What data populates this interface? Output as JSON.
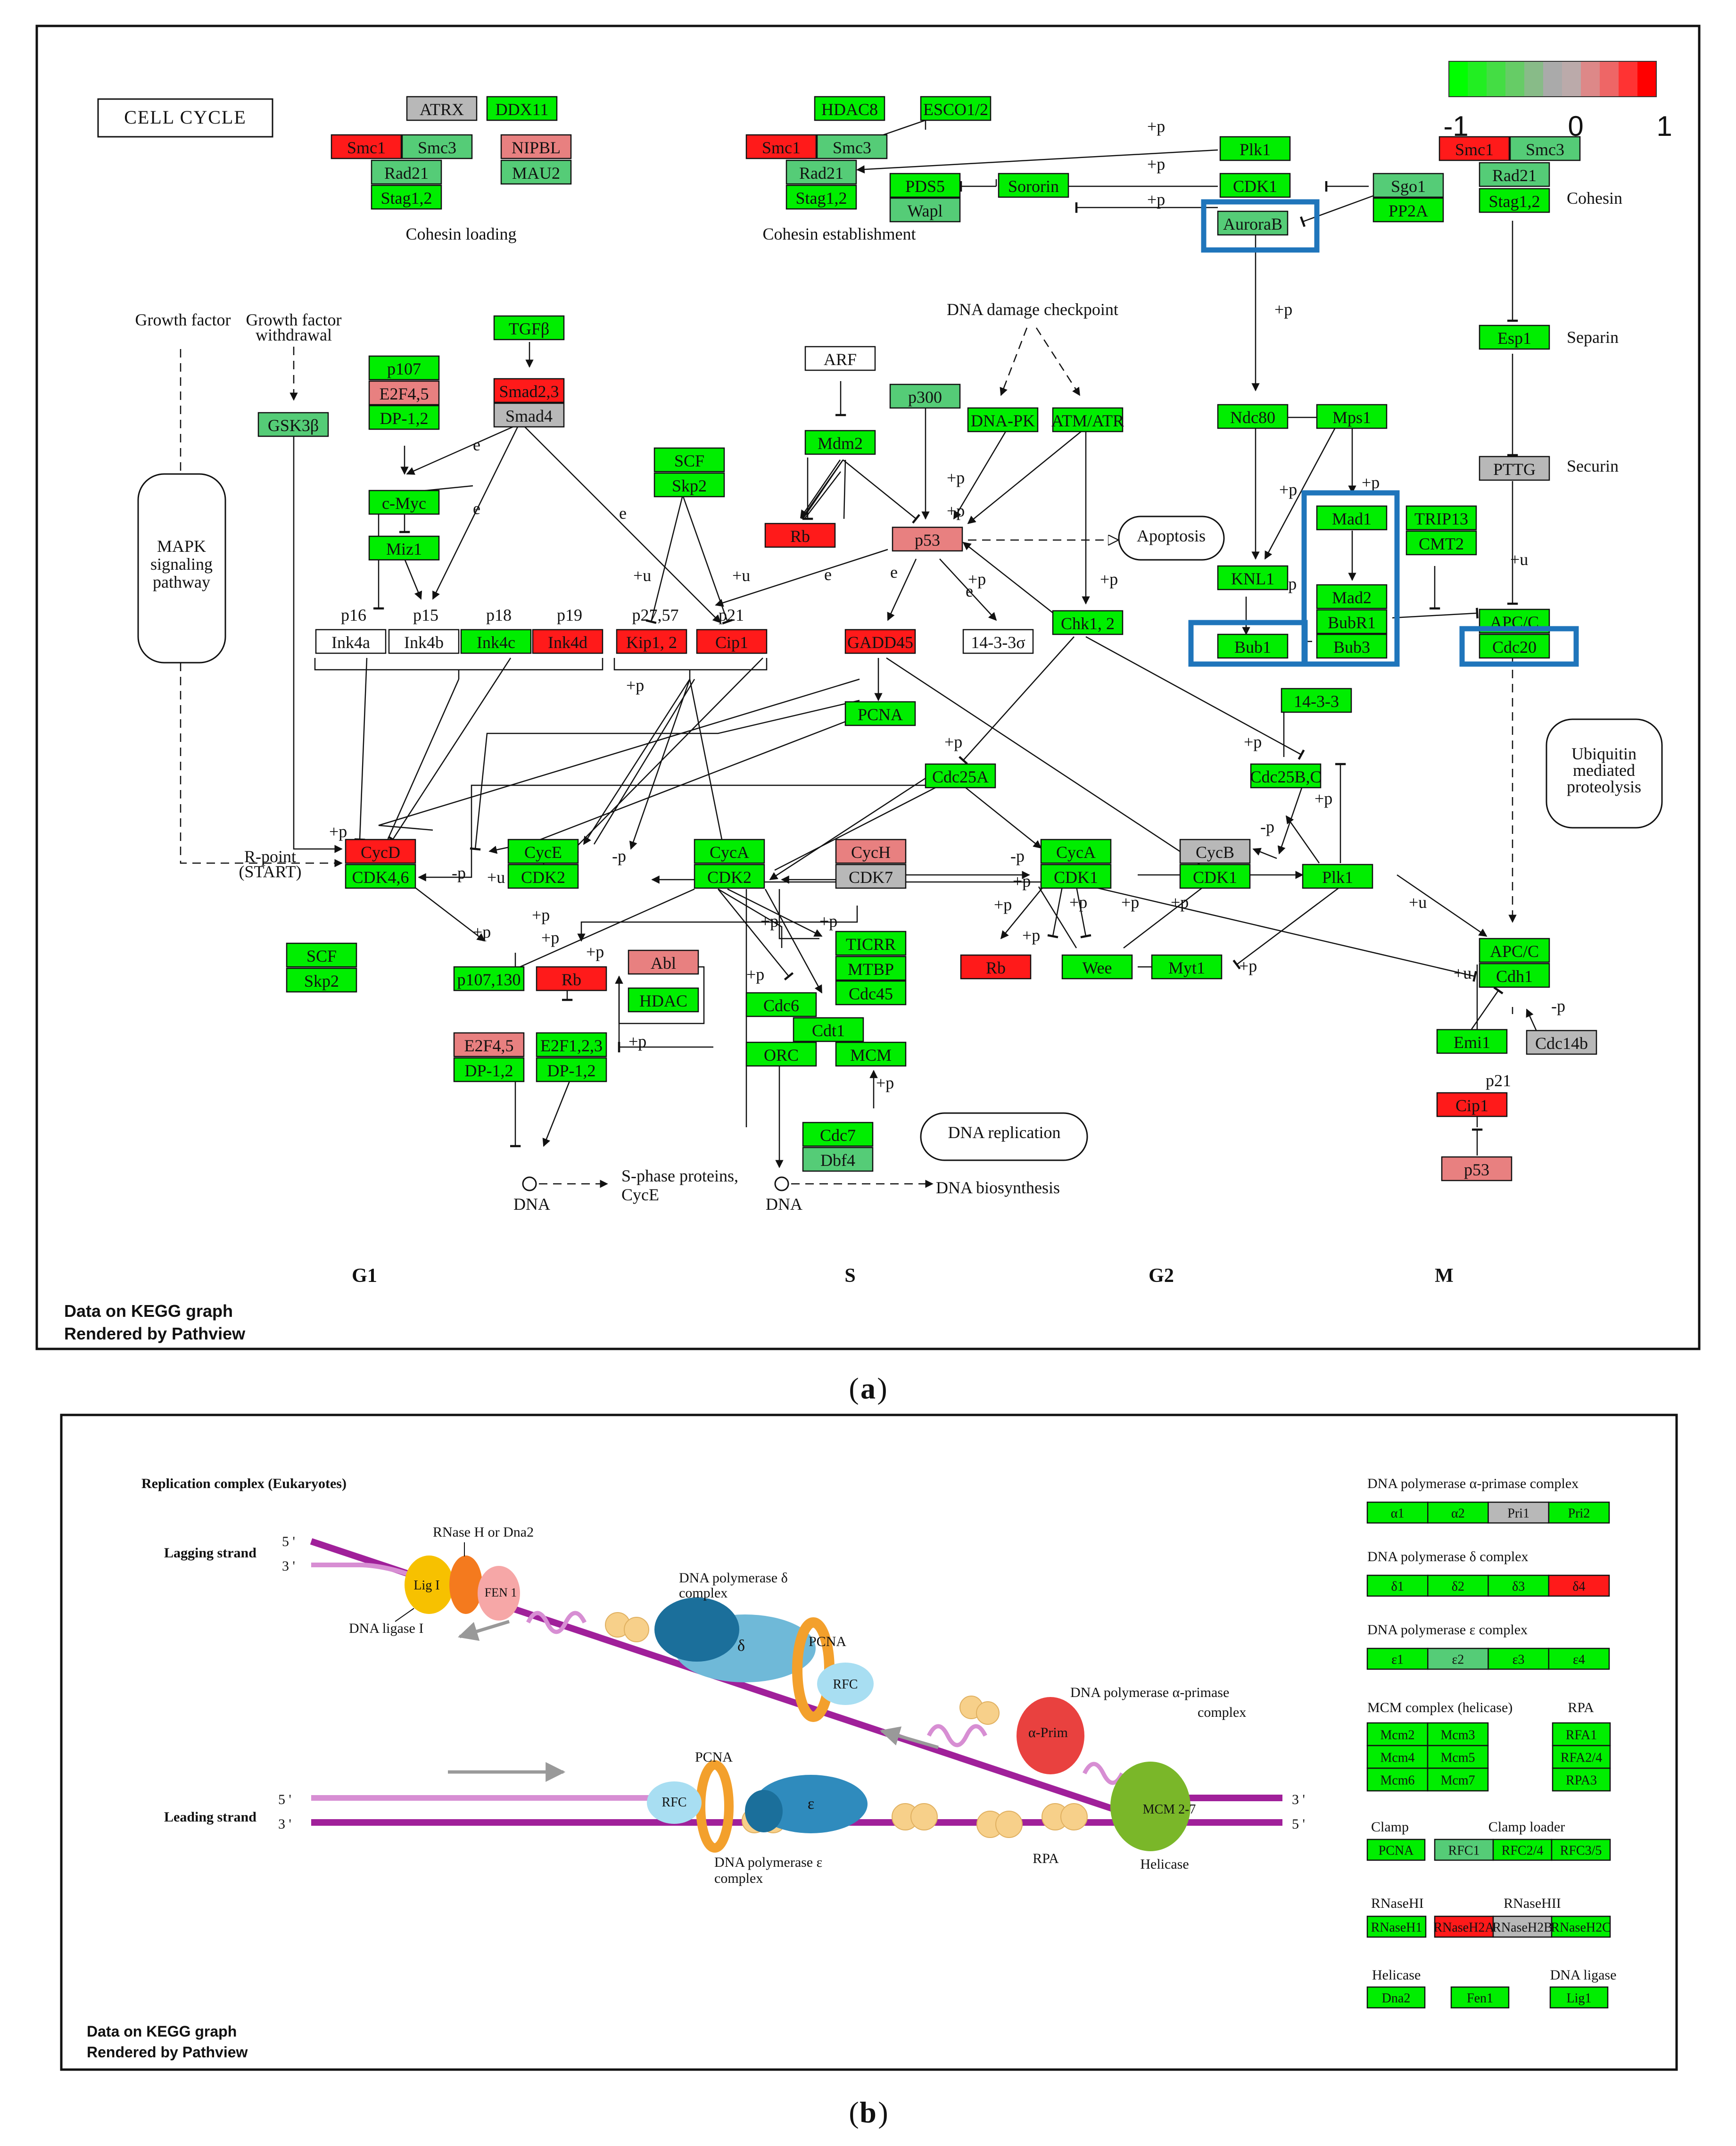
{
  "panel_a": {
    "title": "CELL CYCLE",
    "footer_line1": "Data on KEGG graph",
    "footer_line2": "Rendered by Pathview",
    "legend": {
      "ticks": [
        "-1",
        "0",
        "1"
      ],
      "colors": [
        "#00ff00",
        "#22ee22",
        "#44dd44",
        "#66cc66",
        "#88bb88",
        "#aaaaaa",
        "#bbaaaa",
        "#dd8888",
        "#ee6666",
        "#ff3333",
        "#ff0000"
      ]
    },
    "phases": [
      "G1",
      "S",
      "G2",
      "M"
    ],
    "labels": {
      "cohesin_loading": "Cohesin loading",
      "cohesin_establishment": "Cohesin establishment",
      "cohesin": "Cohesin",
      "separin": "Separin",
      "securin": "Securin",
      "growth_factor": "Growth factor",
      "growth_factor_withdrawal_1": "Growth factor",
      "growth_factor_withdrawal_2": "withdrawal",
      "mapk_1": "MAPK",
      "mapk_2": "signaling",
      "mapk_3": "pathway",
      "dna_damage_checkpoint": "DNA damage checkpoint",
      "apoptosis": "Apoptosis",
      "ubiquitin_1": "Ubiquitin",
      "ubiquitin_2": "mediated",
      "ubiquitin_3": "proteolysis",
      "r_point_1": "R-point",
      "r_point_2": "(START)",
      "dna_1": "DNA",
      "dna_2": "DNA",
      "s_phase_1": "S-phase proteins,",
      "s_phase_2": "CycE",
      "dna_replication": "DNA replication",
      "dna_biosynthesis": "DNA biosynthesis",
      "p16": "p16",
      "p15": "p15",
      "p18": "p18",
      "p19": "p19",
      "p27": "p27,57",
      "p21a": "p21",
      "p21b": "p21"
    },
    "colors": {
      "green": "#00ee00",
      "med_green": "#55cc77",
      "red": "#ff1a1a",
      "pink": "#e88080",
      "grey": "#b8b8b8",
      "white": "#ffffff",
      "highlight": "#1f75bb"
    },
    "nodes": {
      "atrx": "ATRX",
      "ddx11": "DDX11",
      "smc1_a": "Smc1",
      "smc3_a": "Smc3",
      "nipbl": "NIPBL",
      "rad21_a": "Rad21",
      "mau2": "MAU2",
      "stag_a": "Stag1,2",
      "hdac8": "HDAC8",
      "esco": "ESCO1/2",
      "smc1_b": "Smc1",
      "smc3_b": "Smc3",
      "rad21_b": "Rad21",
      "stag_b": "Stag1,2",
      "pds5": "PDS5",
      "wapl": "Wapl",
      "sororin": "Sororin",
      "plk1_top": "Plk1",
      "cdk1_top": "CDK1",
      "aurorab": "AuroraB",
      "sgo1": "Sgo1",
      "pp2a": "PP2A",
      "smc1_c": "Smc1",
      "smc3_c": "Smc3",
      "rad21_c": "Rad21",
      "stag_c": "Stag1,2",
      "esp1": "Esp1",
      "pttg": "PTTG",
      "tgfb": "TGFβ",
      "smad23": "Smad2,3",
      "smad4": "Smad4",
      "p107": "p107",
      "e2f45_top": "E2F4,5",
      "dp12_top": "DP-1,2",
      "cmyc": "c-Myc",
      "miz1": "Miz1",
      "gsk3b": "GSK3β",
      "ink4a": "Ink4a",
      "ink4b": "Ink4b",
      "ink4c": "Ink4c",
      "ink4d": "Ink4d",
      "scf_top": "SCF",
      "skp2_top": "Skp2",
      "kip12": "Kip1, 2",
      "cip1": "Cip1",
      "arf": "ARF",
      "mdm2": "Mdm2",
      "rb_top": "Rb",
      "p300": "p300",
      "dnapk": "DNA-PK",
      "atmatr": "ATM/ATR",
      "p53": "p53",
      "gadd45": "GADD45",
      "s1433s": "14-3-3σ",
      "chk12": "Chk1, 2",
      "pcna": "PCNA",
      "ndc80": "Ndc80",
      "mps1": "Mps1",
      "mad1": "Mad1",
      "trip13": "TRIP13",
      "cmt2": "CMT2",
      "knl1": "KNL1",
      "mad2": "Mad2",
      "bubr1": "BubR1",
      "bub1": "Bub1",
      "bub3": "Bub3",
      "apcc_top": "APC/C",
      "cdc20": "Cdc20",
      "s1433": "14-3-3",
      "cdc25bc": "Cdc25B,C",
      "cdc25a": "Cdc25A",
      "cycd": "CycD",
      "cdk46": "CDK4,6",
      "cyce": "CycE",
      "cdk2_e": "CDK2",
      "cyca_s": "CycA",
      "cdk2_a": "CDK2",
      "cych": "CycH",
      "cdk7": "CDK7",
      "cyca_g2": "CycA",
      "cdk1_a": "CDK1",
      "cycb": "CycB",
      "cdk1_b": "CDK1",
      "plk1_mid": "Plk1",
      "scf_bot": "SCF",
      "skp2_bot": "Skp2",
      "p107130": "p107,130",
      "rb_mid": "Rb",
      "abl": "Abl",
      "hdac": "HDAC",
      "e2f45_bot": "E2F4,5",
      "dp12_bot1": "DP-1,2",
      "e2f123": "E2F1,2,3",
      "dp12_bot2": "DP-1,2",
      "ticrr": "TICRR",
      "mtbp": "MTBP",
      "cdc45": "Cdc45",
      "cdc6": "Cdc6",
      "cdt1": "Cdt1",
      "orc": "ORC",
      "mcm": "MCM",
      "cdc7": "Cdc7",
      "dbf4": "Dbf4",
      "rb_g2": "Rb",
      "wee": "Wee",
      "myt1": "Myt1",
      "apcc_bot": "APC/C",
      "cdh1": "Cdh1",
      "emi1": "Emi1",
      "cdc14b": "Cdc14b",
      "cip1_bot": "Cip1",
      "p53_bot": "p53"
    },
    "edge_labels": {
      "p": "+p",
      "mp": "-p",
      "u": "+u",
      "e": "e"
    }
  },
  "panel_b": {
    "title": "Replication complex (Eukaryotes)",
    "footer_line1": "Data on KEGG graph",
    "footer_line2": "Rendered by Pathview",
    "labels": {
      "lagging": "Lagging strand",
      "leading": "Leading strand",
      "five_prime": "5 '",
      "three_prime": "3 '",
      "rnaseh": "RNase H or Dna2",
      "lig1": "Lig I",
      "fen1": "FEN 1",
      "dna_ligase1": "DNA ligase I",
      "pol_delta_1": "DNA polymerase δ",
      "pol_delta_2": "complex",
      "delta": "δ",
      "pcna_top": "PCNA",
      "rfc_top": "RFC",
      "pol_alpha_1": "DNA polymerase α-primase",
      "pol_alpha_2": "complex",
      "alpha_prim": "α-Prim",
      "mcm": "MCM 2-7",
      "helicase": "Helicase",
      "pcna_bot": "PCNA",
      "rfc_bot": "RFC",
      "epsilon": "ε",
      "pol_eps_1": "DNA polymerase ε",
      "pol_eps_2": "complex",
      "rpa": "RPA"
    },
    "groups": [
      {
        "title": "DNA polymerase α-primase complex",
        "items": [
          [
            "α1",
            "green"
          ],
          [
            "α2",
            "green"
          ],
          [
            "Pri1",
            "grey"
          ],
          [
            "Pri2",
            "green"
          ]
        ]
      },
      {
        "title": "DNA polymerase δ complex",
        "items": [
          [
            "δ1",
            "green"
          ],
          [
            "δ2",
            "green"
          ],
          [
            "δ3",
            "green"
          ],
          [
            "δ4",
            "red"
          ]
        ]
      },
      {
        "title": "DNA polymerase ε complex",
        "items": [
          [
            "ε1",
            "green"
          ],
          [
            "ε2",
            "med"
          ],
          [
            "ε3",
            "green"
          ],
          [
            "ε4",
            "green"
          ]
        ]
      }
    ],
    "mcm_title": "MCM complex (helicase)",
    "mcm_items": [
      [
        "Mcm2",
        "green"
      ],
      [
        "Mcm3",
        "green"
      ],
      [
        "Mcm4",
        "green"
      ],
      [
        "Mcm5",
        "green"
      ],
      [
        "Mcm6",
        "green"
      ],
      [
        "Mcm7",
        "green"
      ]
    ],
    "rpa_title": "RPA",
    "rpa_items": [
      [
        "RFA1",
        "green"
      ],
      [
        "RFA2/4",
        "green"
      ],
      [
        "RPA3",
        "green"
      ]
    ],
    "clamp_title": "Clamp",
    "clamp_items": [
      [
        "PCNA",
        "green"
      ]
    ],
    "clamp_loader_title": "Clamp loader",
    "clamp_loader_items": [
      [
        "RFC1",
        "med"
      ],
      [
        "RFC2/4",
        "green"
      ],
      [
        "RFC3/5",
        "green"
      ]
    ],
    "rnasehi_title": "RNaseHI",
    "rnasehi_items": [
      [
        "RNaseH1",
        "green"
      ]
    ],
    "rnasehii_title": "RNaseHII",
    "rnasehii_items": [
      [
        "RNaseH2A",
        "red"
      ],
      [
        "RNaseH2B",
        "grey"
      ],
      [
        "RNaseH2C",
        "green"
      ]
    ],
    "helicase_title": "Helicase",
    "helicase_items": [
      [
        "Dna2",
        "green"
      ]
    ],
    "fen1_item": "Fen1",
    "ligase_title": "DNA ligase",
    "ligase_items": [
      [
        "Lig1",
        "green"
      ]
    ]
  },
  "captions": {
    "a": "a",
    "b": "b"
  }
}
